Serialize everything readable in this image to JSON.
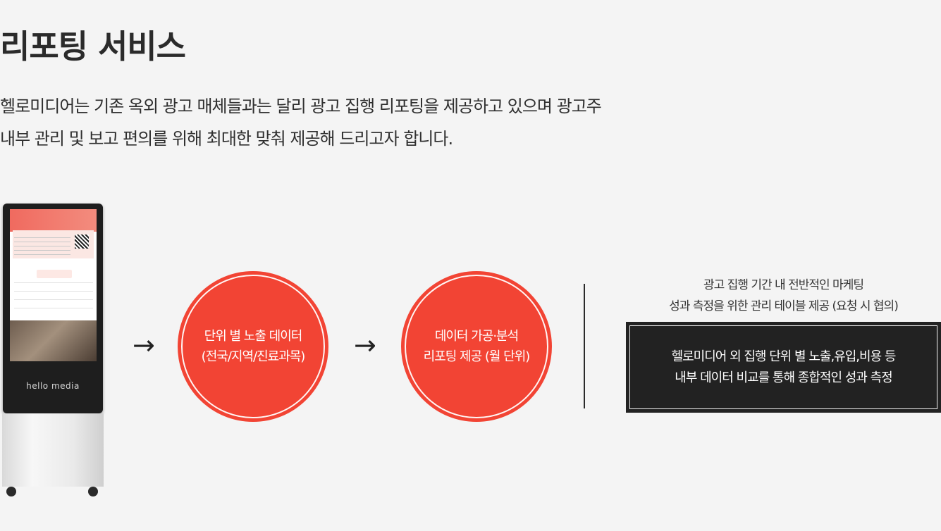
{
  "section": {
    "title": "리포팅 서비스",
    "description": [
      "헬로미디어는 기존 옥외 광고 매체들과는 달리 광고 집행 리포팅을 제공하고 있으며 광고주",
      "내부 관리 및 보고 편의를 위해 최대한 맞춰 제공해 드리고자 합니다."
    ]
  },
  "kiosk": {
    "logo_text": "hello media"
  },
  "steps": [
    {
      "lines": [
        "단위 별 노출 데이터",
        "(전국/지역/진료과목)"
      ]
    },
    {
      "lines": [
        "데이터 가공·분석",
        "리포팅 제공 (월 단위)"
      ]
    }
  ],
  "arrow_glyph": "→",
  "report": {
    "caption": [
      "광고 집행 기간 내 전반적인 마케팅",
      "성과 측정을 위한 관리 테이블 제공 (요청 시 협의)"
    ],
    "box": [
      "헬로미디어 외 집행 단위 별 노출,유입,비용 등",
      "내부 데이터 비교를 통해 종합적인 성과 측정"
    ]
  },
  "colors": {
    "accent": "#f24434",
    "dark": "#222222",
    "background": "#f4f4f4"
  }
}
